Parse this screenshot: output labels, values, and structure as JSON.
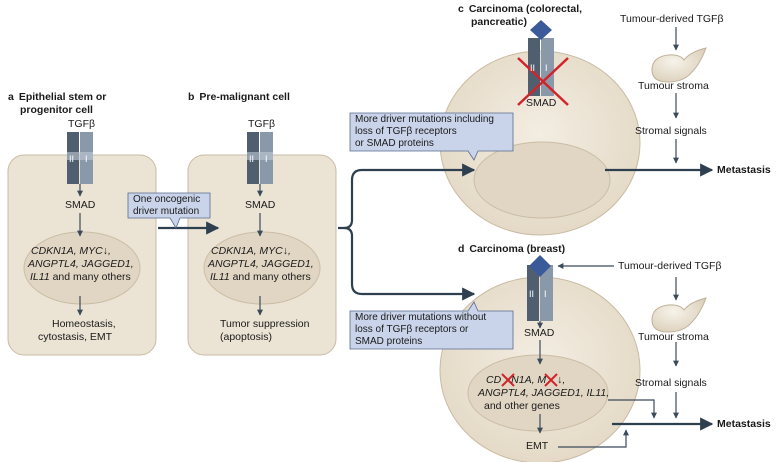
{
  "panels": {
    "a": {
      "letter": "a",
      "title_line1": "Epithelial stem or",
      "title_line2": "progenitor cell",
      "ligand": "TGFβ",
      "signal": "SMAD",
      "targets_line1": "CDKN1A, MYC↓,",
      "targets_line2": "ANGPTL4, JAGGED1,",
      "targets_line3_gene": "IL11",
      "targets_line3_rest": " and many others",
      "outcome_line1": "Homeostasis,",
      "outcome_line2": "cytostasis, EMT",
      "receptor_left": "II",
      "receptor_right": "I"
    },
    "b": {
      "letter": "b",
      "title": "Pre-malignant cell",
      "ligand": "TGFβ",
      "signal": "SMAD",
      "targets_line1": "CDKN1A, MYC↓,",
      "targets_line2": "ANGPTL4, JAGGED1,",
      "targets_line3_gene": "IL11",
      "targets_line3_rest": " and many others",
      "outcome_line1": "Tumor suppression",
      "outcome_line2": "(apoptosis)",
      "receptor_left": "II",
      "receptor_right": "I"
    },
    "c": {
      "letter": "c",
      "title_line1": "Carcinoma (colorectal,",
      "title_line2": "pancreatic)",
      "signal": "SMAD",
      "source": "Tumour-derived TGFβ",
      "stroma": "Tumour stroma",
      "stromal_signals": "Stromal signals",
      "outcome": "Metastasis",
      "receptor_left": "II",
      "receptor_right": "I"
    },
    "d": {
      "letter": "d",
      "title": "Carcinoma (breast)",
      "source": "Tumour-derived TGFβ",
      "signal": "SMAD",
      "targets_line1_a": "CD",
      "targets_line1_b": "N1A, M",
      "targets_line1_c": " ↓,",
      "targets_line2": "ANGPTL4, JAGGED1, IL11,",
      "targets_line3": "and other genes",
      "emt": "EMT",
      "stroma": "Tumour stroma",
      "stromal_signals": "Stromal signals",
      "outcome": "Metastasis",
      "receptor_left": "II",
      "receptor_right": "I"
    }
  },
  "callouts": {
    "oncogenic_line1": "One oncogenic",
    "oncogenic_line2": "driver mutation",
    "with_loss_line1": "More driver mutations including",
    "with_loss_line2": "loss of TGFβ receptors",
    "with_loss_line3": "or SMAD proteins",
    "without_loss_line1": "More driver mutations without",
    "without_loss_line2": "loss of TGFβ receptors or",
    "without_loss_line3": "SMAD proteins"
  },
  "colors": {
    "cell_fill": "#ece4d6",
    "cell_stroke": "#c7b99f",
    "nucleus_fill": "#e2d8c6",
    "receptor_dark": "#4f5f70",
    "receptor_light": "#8797a8",
    "ligand_blue": "#3b5998",
    "callout_fill": "#c9d3e9",
    "callout_stroke": "#5a6b8f",
    "main_arrow": "#2e3f4f",
    "red_x": "#d2232a"
  }
}
